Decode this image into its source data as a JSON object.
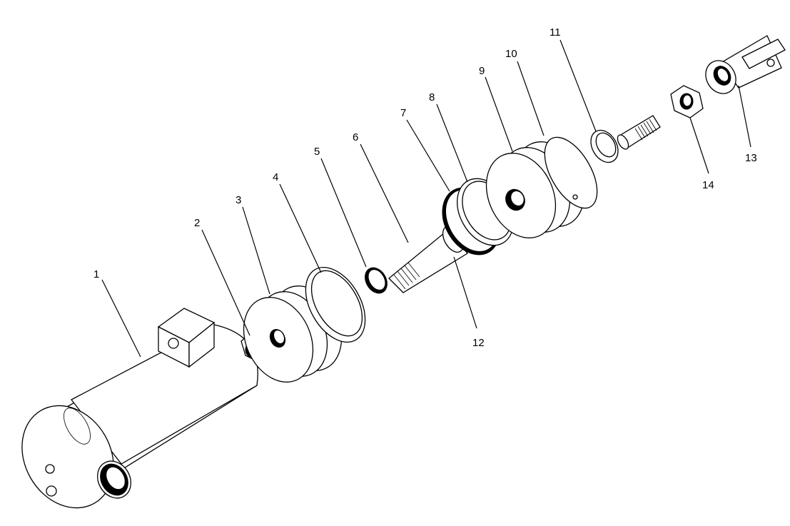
{
  "diagram": {
    "type": "exploded-assembly",
    "callouts": [
      {
        "id": "1",
        "label": "1"
      },
      {
        "id": "2",
        "label": "2"
      },
      {
        "id": "3",
        "label": "3"
      },
      {
        "id": "4",
        "label": "4"
      },
      {
        "id": "5",
        "label": "5"
      },
      {
        "id": "6",
        "label": "6"
      },
      {
        "id": "7",
        "label": "7"
      },
      {
        "id": "8",
        "label": "8"
      },
      {
        "id": "9",
        "label": "9"
      },
      {
        "id": "10",
        "label": "10"
      },
      {
        "id": "11",
        "label": "11"
      },
      {
        "id": "12",
        "label": "12"
      },
      {
        "id": "13",
        "label": "13"
      },
      {
        "id": "14",
        "label": "14"
      }
    ]
  }
}
